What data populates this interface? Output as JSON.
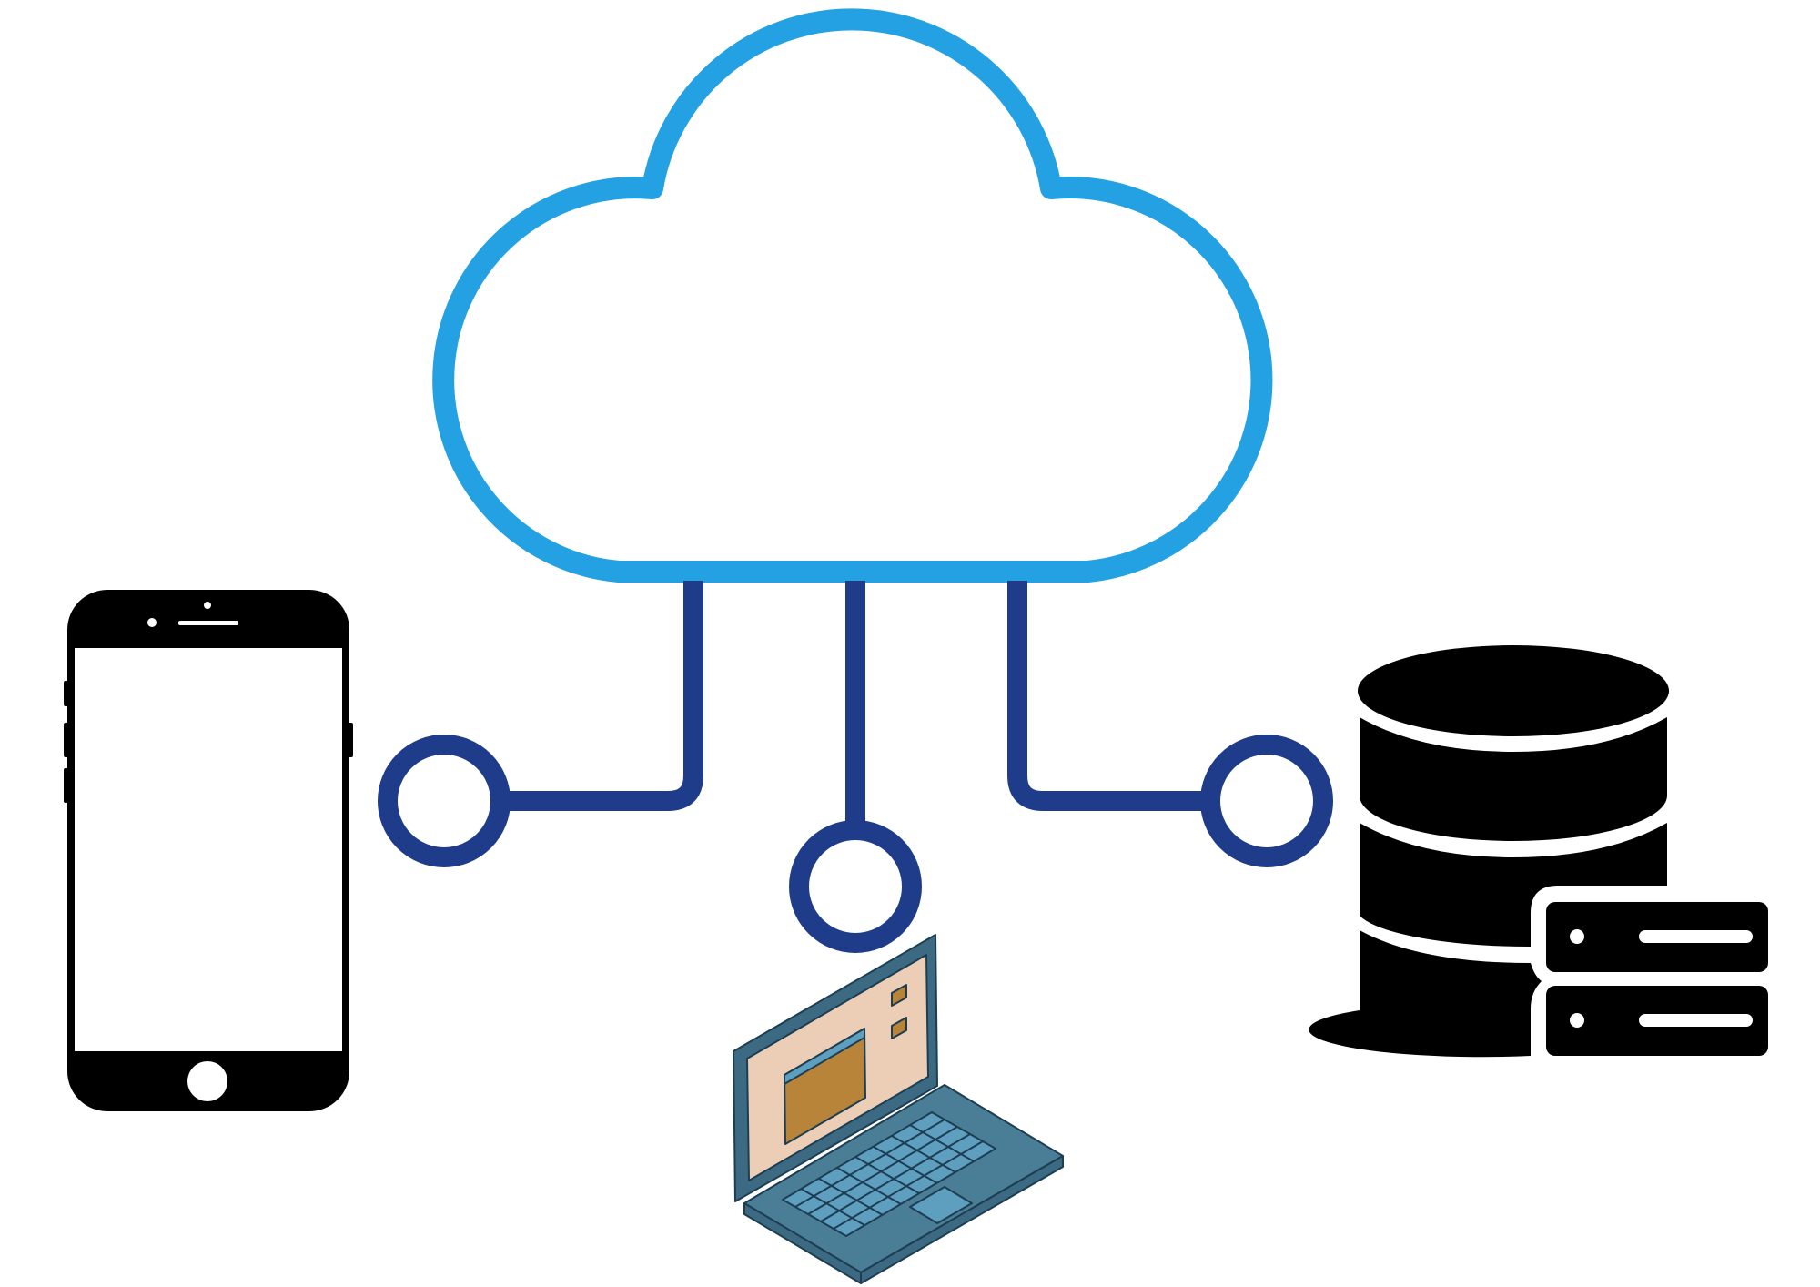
{
  "colors": {
    "cloud_stroke": "#23A1E2",
    "connector": "#1E3C8A",
    "device_black": "#000000",
    "laptop_body": "#4A7E97",
    "laptop_body_dark": "#3C6A82",
    "laptop_screen": "#ECCDB5",
    "laptop_window": "#B8843A",
    "laptop_key": "#5E9EBF",
    "background": "#FFFFFF"
  },
  "icons": {
    "cloud": "cloud-icon",
    "phone": "smartphone-icon",
    "laptop": "laptop-icon",
    "database": "database-server-icon"
  },
  "nodes": [
    "phone",
    "laptop",
    "database"
  ]
}
